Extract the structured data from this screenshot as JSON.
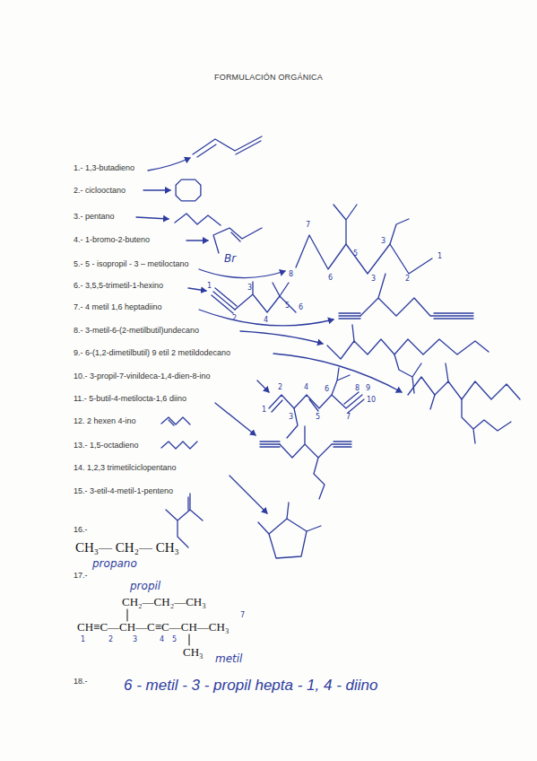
{
  "diagram": {
    "title": "FORMULACIÓN ORGÁNICA",
    "labels": [
      "1.- 1,3-butadieno",
      "2.- ciclooctano",
      "3.- pentano",
      "4.- 1-bromo-2-buteno",
      "5.- 5 - isopropil - 3 – metiloctano",
      "6.- 3,5,5-trimetil-1-hexino",
      "7.- 4 metil 1,6 heptadiino",
      "8.- 3-metil-6-(2-metilbutil)undecano",
      "9.- 6-(1,2-dimetilbutil) 9 etil 2 metildodecano",
      "10.- 3-propil-7-vinildeca-1,4-dien-8-ino",
      "11.- 5-butil-4-metilocta-1,6 diino",
      "12. 2 hexen 4-ino",
      "13.- 1,5-octadieno",
      "14. 1,2,3 trimetilciclopentano",
      "15.- 3-etil-4-metil-1-penteno",
      "16.-",
      "CH₃— CH₂— CH₃",
      "propano",
      "17.-",
      "propil",
      "CH₂—CH₂—CH₃",
      "CH≡C—CH—C≡C—CH—CH₃",
      "1",
      "2",
      "3",
      "4",
      "5",
      "7",
      "CH₃",
      "metil",
      "18.-",
      "6 - metil - 3 - propil hepta - 1, 4 - diino",
      "Br",
      "7",
      "8",
      "6",
      "5",
      "3",
      "3",
      "2",
      "1",
      "1",
      "2",
      "3",
      "4",
      "5",
      "6",
      "1",
      "2",
      "3",
      "4",
      "5",
      "6",
      "7",
      "8",
      "9",
      "10"
    ]
  }
}
